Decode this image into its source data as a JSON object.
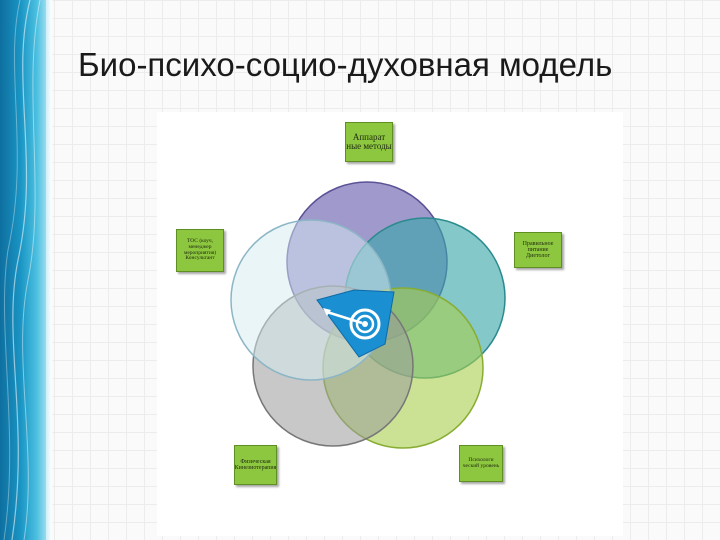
{
  "slide": {
    "title": "Био-психо-социо-духовная модель"
  },
  "diagram": {
    "colors": {
      "purple": "#7b72b8",
      "teal": "#3aa6a9",
      "lime": "#a9cf4d",
      "gray": "#9a9a9a",
      "pale": "#d6ebf1",
      "center": "#1a8fd2",
      "box": "#8dc63f"
    },
    "center_icon": "target-arrow-icon",
    "boxes": {
      "top": "Аппарат ные методы",
      "right": "Правильное питание Диетолог",
      "bottom_right": "Психологи ческий уровень",
      "bottom_left": "Физическая Кинезиотерапия",
      "left": "ТОС (коуч, менеджер мероприятия) Консультант"
    }
  }
}
